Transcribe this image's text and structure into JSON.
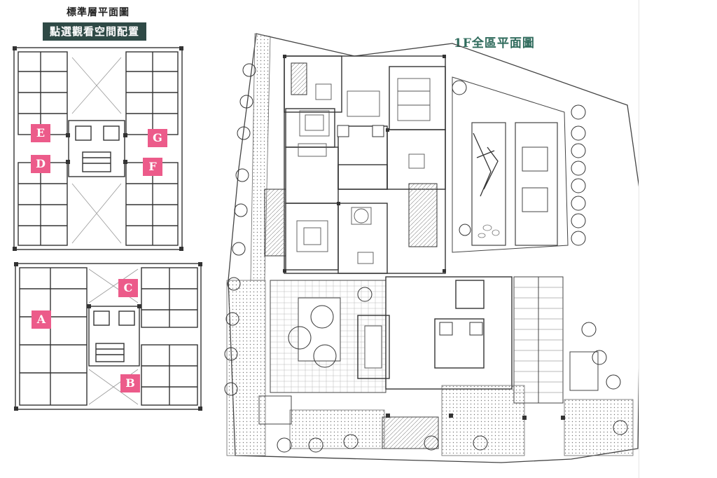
{
  "left_panel": {
    "title": "標準層平面圖",
    "cta": "點選觀看空間配置",
    "units": {
      "E": "E",
      "G": "G",
      "D": "D",
      "F": "F",
      "C": "C",
      "A": "A",
      "B": "B"
    },
    "accent_color": "#ec5b8a",
    "banner_color": "#2f4a46"
  },
  "right_panel": {
    "title": "1F全區平面圖",
    "title_color": "#2f6b5c"
  }
}
